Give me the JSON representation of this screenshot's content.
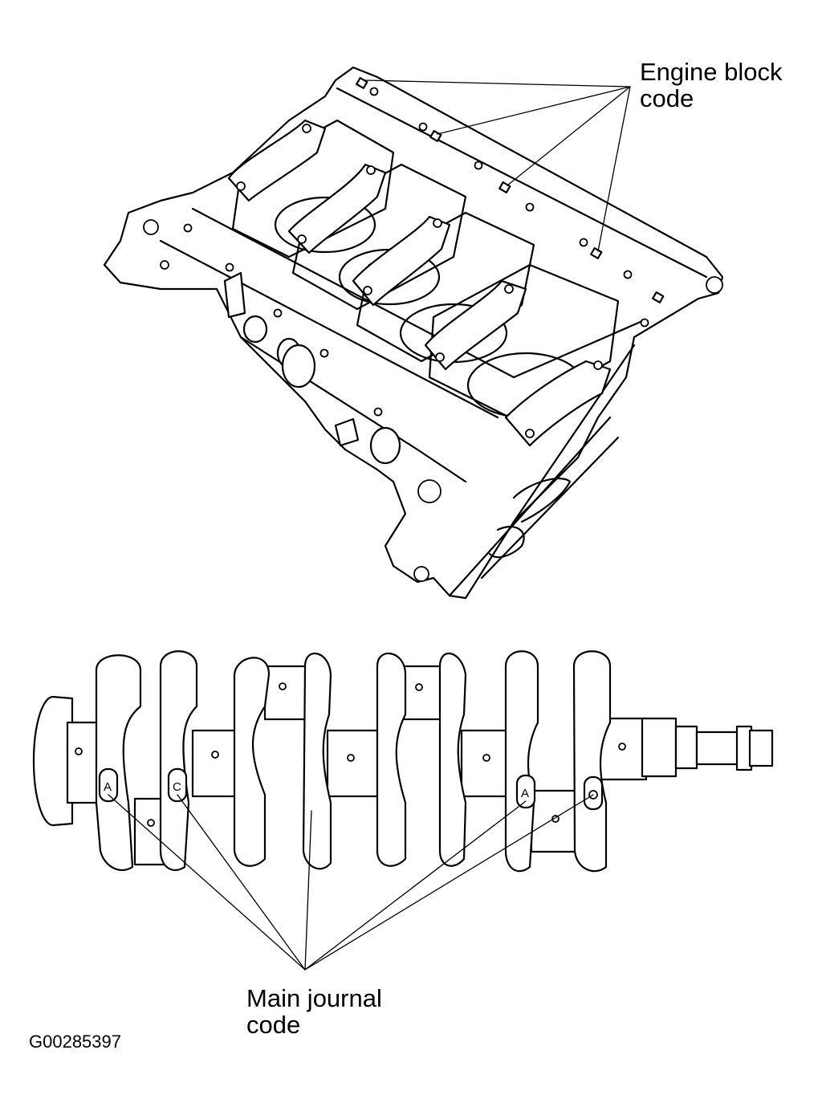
{
  "labels": {
    "engine_block_code": [
      "Engine block",
      "code"
    ],
    "main_journal_code": [
      "Main journal",
      "code"
    ],
    "figure_id": "G00285397"
  },
  "journal_marks": [
    "A",
    "C",
    "A",
    ""
  ]
}
